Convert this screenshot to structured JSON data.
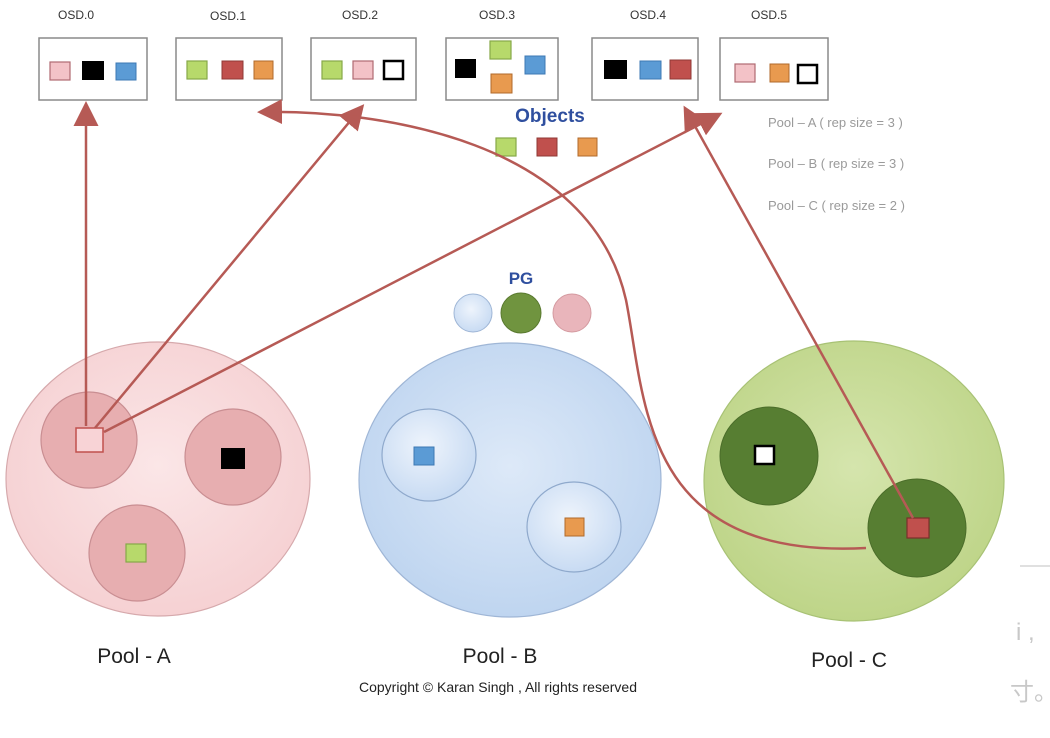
{
  "osds": [
    {
      "label": "OSD.0"
    },
    {
      "label": "OSD.1"
    },
    {
      "label": "OSD.2"
    },
    {
      "label": "OSD.3"
    },
    {
      "label": "OSD.4"
    },
    {
      "label": "OSD.5"
    }
  ],
  "objects_title": "Objects",
  "pg_title": "PG",
  "legend": [
    "Pool – A ( rep size = 3 )",
    "Pool – B ( rep size = 3 )",
    "Pool – C ( rep size = 2 )"
  ],
  "pools": [
    {
      "label": "Pool - A"
    },
    {
      "label": "Pool - B"
    },
    {
      "label": "Pool - C"
    }
  ],
  "copyright": "Copyright © Karan Singh , All rights reserved",
  "edge_fragment": [
    "i ,",
    "寸。"
  ],
  "colors": {
    "pink_object": "#f3c2c7",
    "black_object": "#000000",
    "blue_object": "#5b9bd5",
    "green_object": "#b7d96b",
    "red_object": "#c0504d",
    "orange_object": "#e89a4f",
    "white_object": "#ffffff",
    "pool_a_fill": "#f7d7d8",
    "pool_b_fill": "#c9dcf3",
    "pool_c_fill": "#c6da97",
    "pg_a_fill": "#e7aeb0",
    "pg_b_fill": "#dde9f8",
    "pg_c_fill": "#70943f",
    "arrow": "#b65a55",
    "title_blue": "#2f4f9f"
  }
}
